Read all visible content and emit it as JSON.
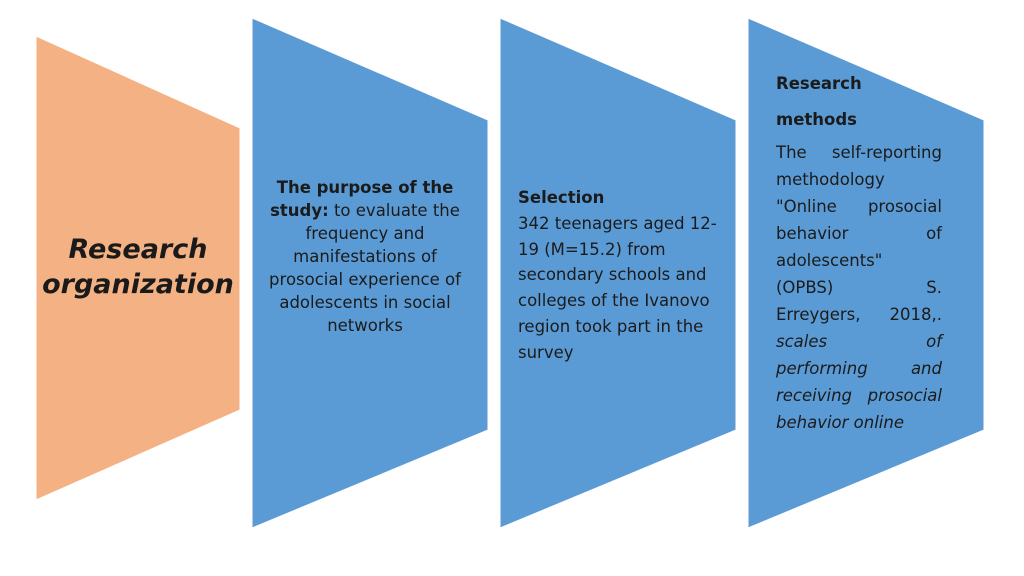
{
  "panels": {
    "organization": {
      "label_line1": "Research",
      "label_line2": "organization",
      "fill": "#f4b183"
    },
    "purpose": {
      "bold_lead": "The purpose of the study:",
      "text": " to evaluate the frequency and manifestations of prosocial experience of adolescents in social networks",
      "fill": "#5b9bd5"
    },
    "selection": {
      "heading": "Selection",
      "text": "342 teenagers aged 12-19 (M=15.2) from secondary schools and colleges of the Ivanovo region took part in the survey",
      "fill": "#5b9bd5"
    },
    "methods": {
      "heading_line1": "Research",
      "heading_line2": "methods",
      "text": "The self-reporting methodology \"Online prosocial behavior of adolescents\" (OPBS) S. Erreygers, 2018,.",
      "italic_text": "scales of performing and receiving prosocial behavior online",
      "fill": "#5b9bd5"
    }
  }
}
